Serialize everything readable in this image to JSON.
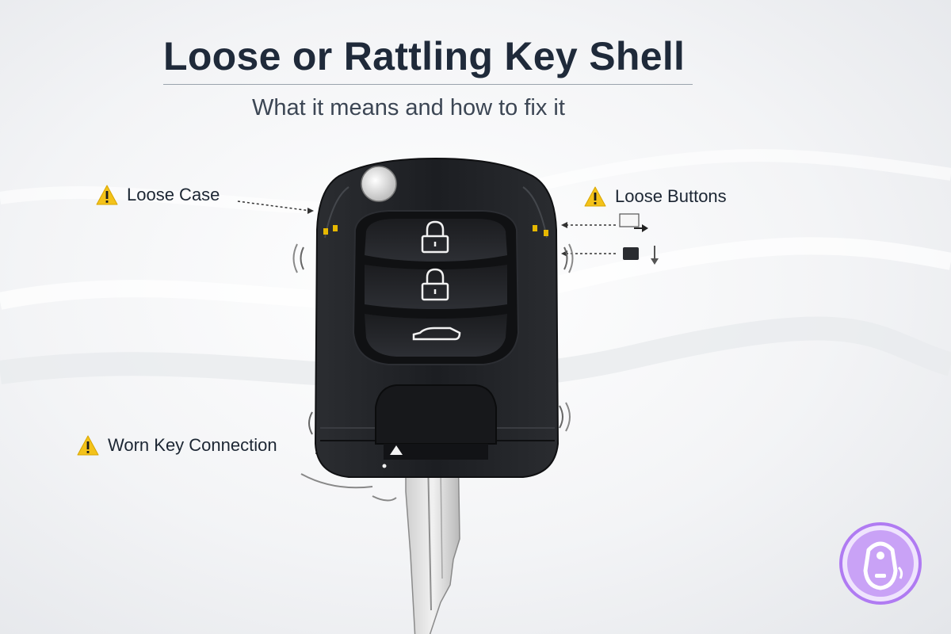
{
  "header": {
    "title": "Loose or Rattling Key Shell",
    "subtitle": "What it means and how to fix it"
  },
  "callouts": [
    {
      "label": "Loose Case",
      "icon": "warning-icon"
    },
    {
      "label": "Loose Buttons",
      "icon": "warning-icon"
    },
    {
      "label": "Worn Key Connection",
      "icon": "warning-icon"
    }
  ],
  "key_fob": {
    "buttons": [
      "lock-icon",
      "unlock-icon",
      "trunk-icon"
    ],
    "body_color": "#1c1e22",
    "accent_color": "#e6b800"
  },
  "colors": {
    "title": "#1f2a3a",
    "warning": "#f3c21a",
    "brand": "#b07bf2"
  },
  "brand_logo": "key-fob-logo-icon"
}
